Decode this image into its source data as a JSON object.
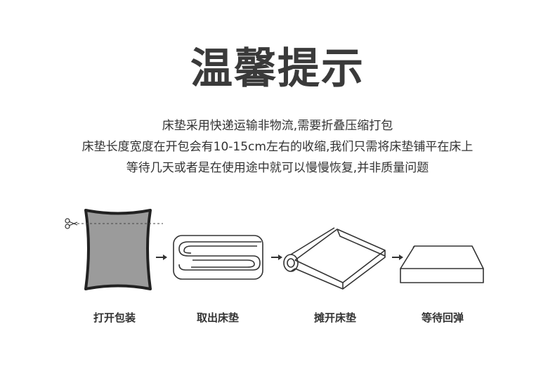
{
  "title": "温馨提示",
  "notes": [
    "床垫采用快递运输非物流,需要折叠压缩打包",
    "床垫长度宽度在开包会有10-15cm左右的收缩,我们只需将床垫铺平在床上",
    "等待几天或者是在使用途中就可以慢慢恢复,并非质量问题"
  ],
  "steps": [
    {
      "label": "打开包装",
      "icon": "scissors-cut-package-icon"
    },
    {
      "label": "取出床垫",
      "icon": "folded-mattress-icon"
    },
    {
      "label": "摊开床垫",
      "icon": "unrolling-mattress-icon"
    },
    {
      "label": "等待回弹",
      "icon": "flat-mattress-icon"
    }
  ],
  "colors": {
    "title": "#3a3a3a",
    "text": "#333333",
    "package_fill": "#9b9b9b",
    "outline": "#333333"
  }
}
